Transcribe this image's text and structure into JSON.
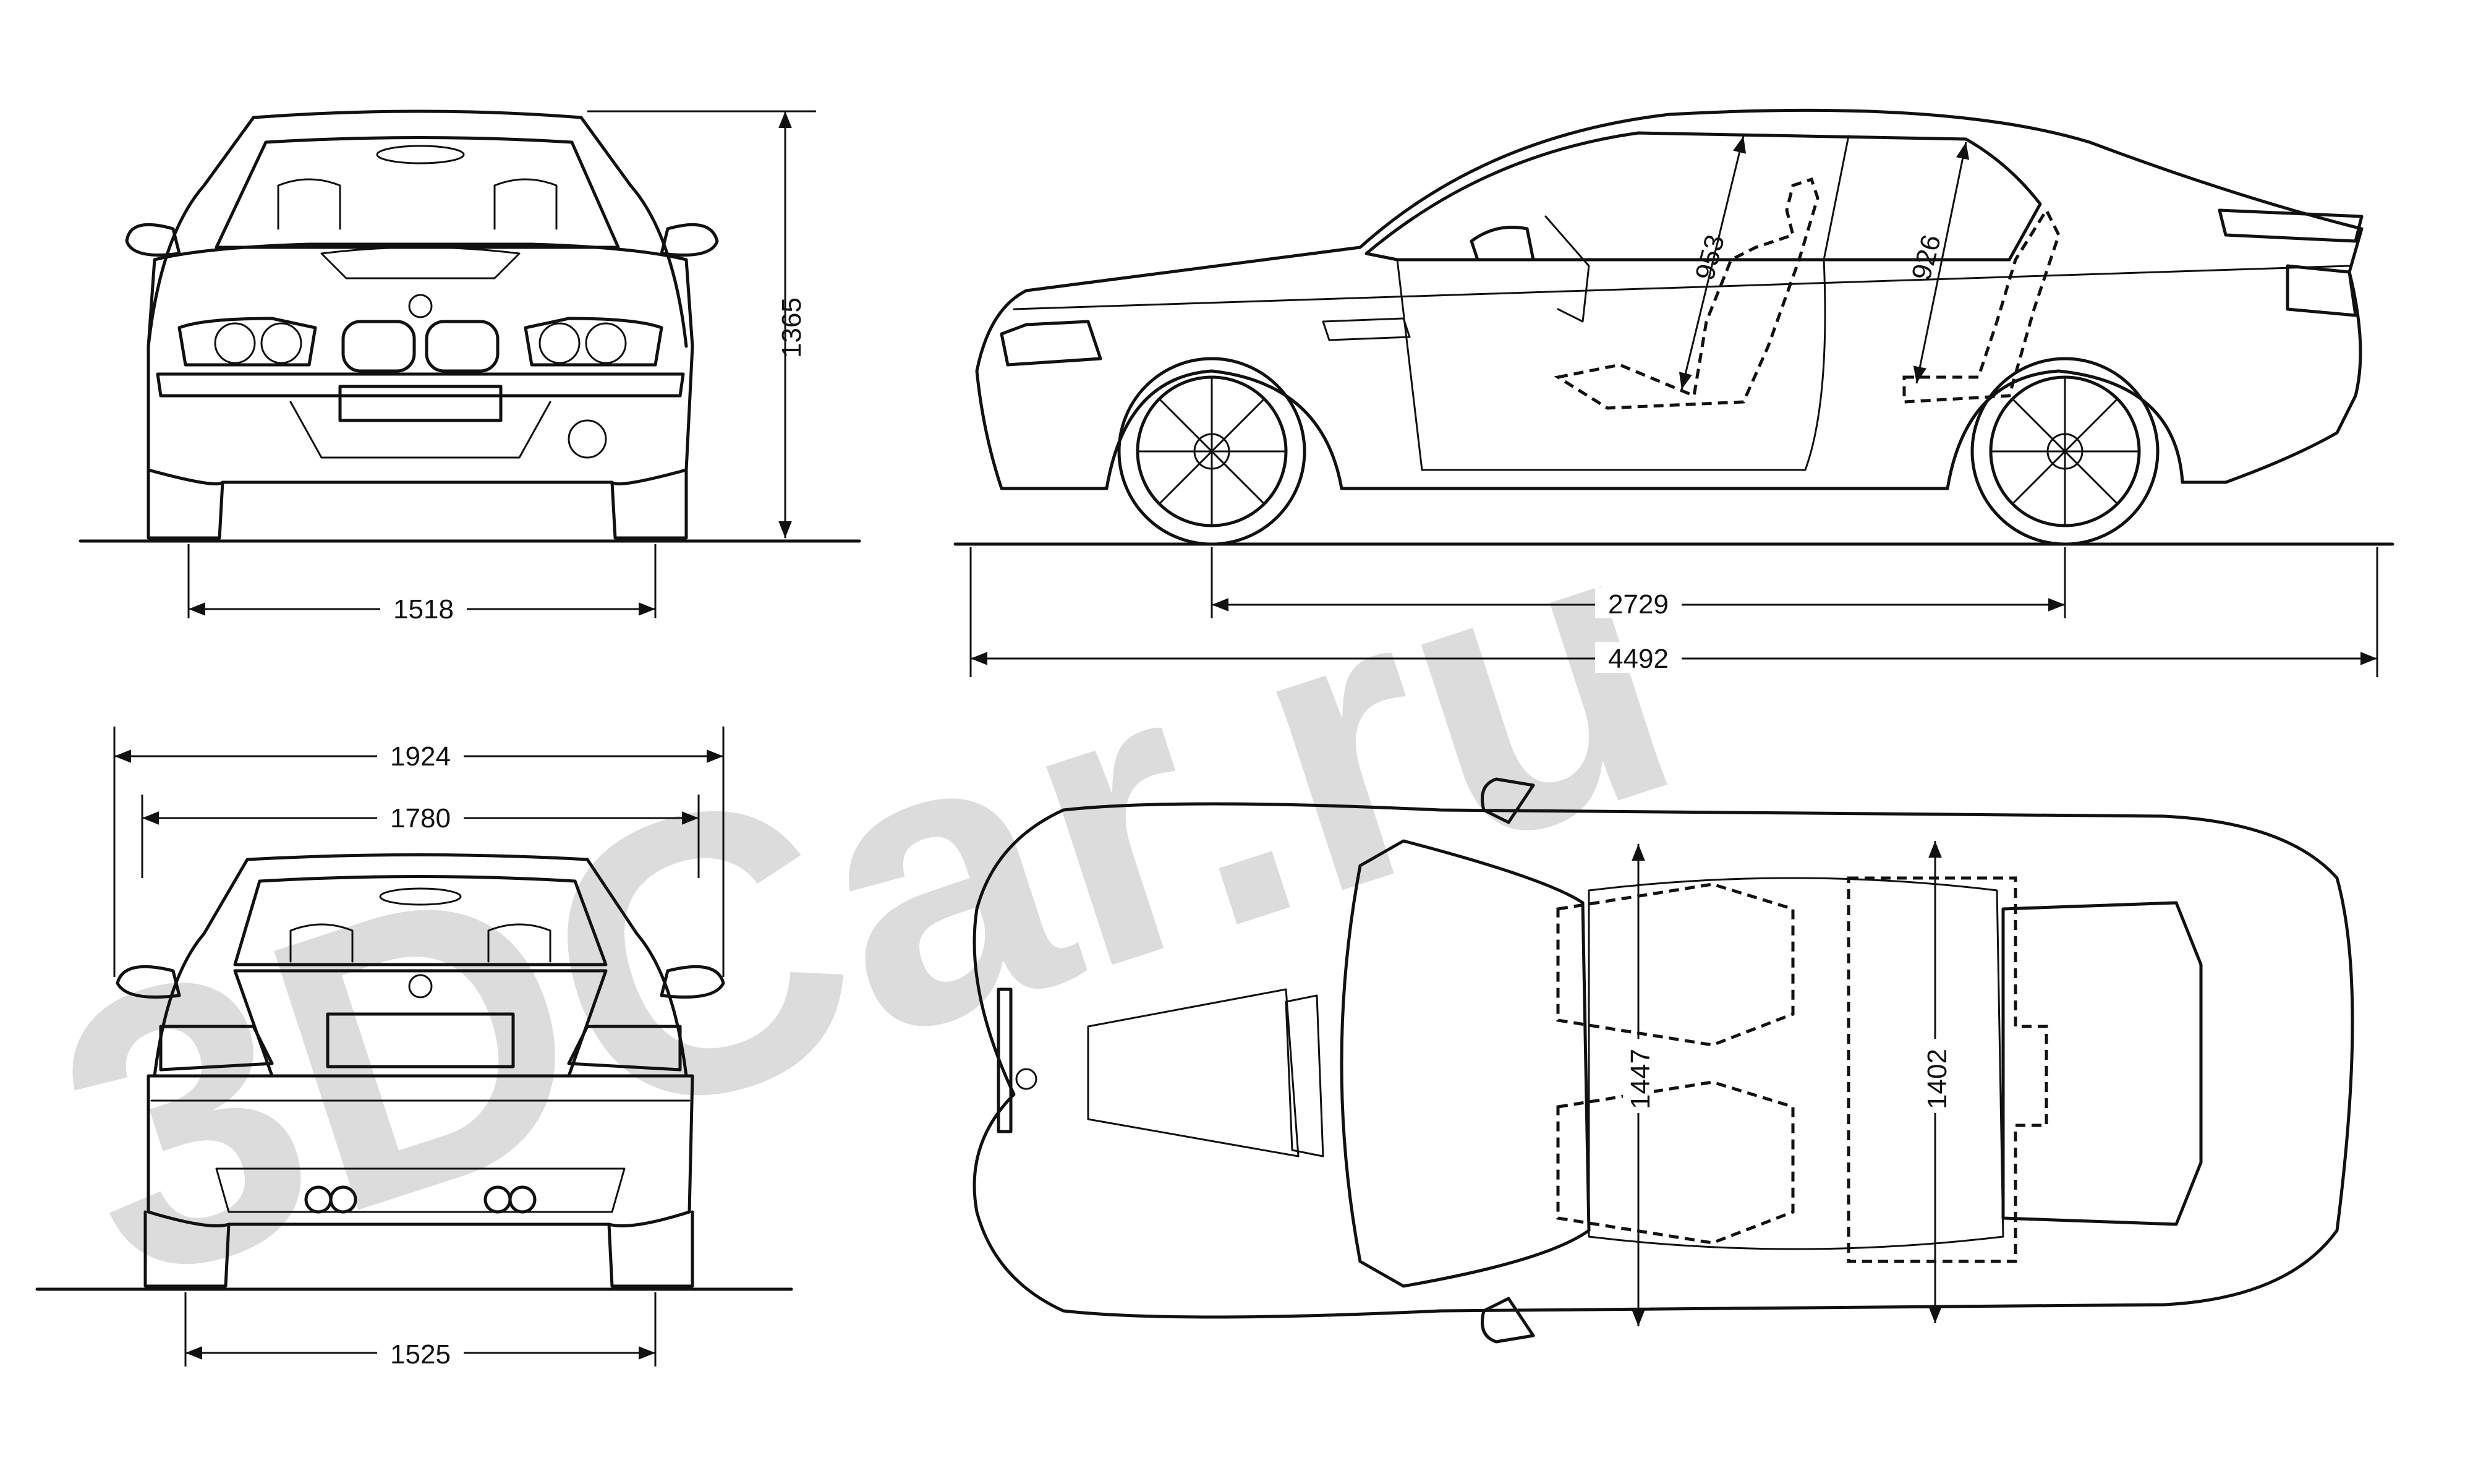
{
  "watermark": "3DCar.ru",
  "dimensions": {
    "height": "1365",
    "front_track": "1518",
    "wheelbase": "2729",
    "length": "4492",
    "width_mirrors": "1924",
    "width_body": "1780",
    "rear_track": "1525",
    "front_headroom": "953",
    "rear_headroom": "926",
    "front_shoulder": "1447",
    "rear_shoulder": "1402"
  },
  "colors": {
    "line": "#111111",
    "watermark": "#dcdcdc",
    "background": "#ffffff"
  }
}
